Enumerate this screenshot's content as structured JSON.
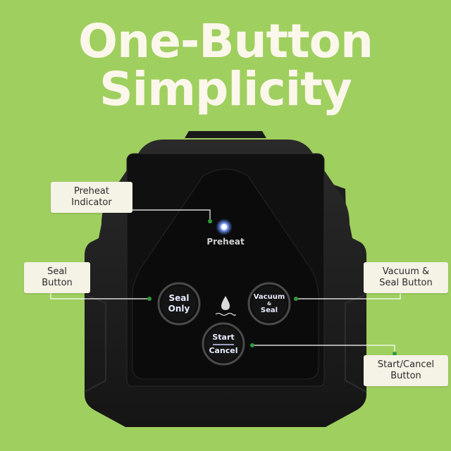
{
  "headline": {
    "line1": "One-Button",
    "line2": "Simplicity"
  },
  "panel": {
    "preheat_text": "Preheat",
    "seal_button": {
      "line1": "Seal",
      "line2": "Only"
    },
    "vacuum_button": {
      "line1": "Vacuum",
      "line2": "&",
      "line3": "Seal"
    },
    "start_button": {
      "line1": "Start",
      "line2": "Cancel"
    }
  },
  "callouts": {
    "preheat": {
      "line1": "Preheat",
      "line2": "Indicator"
    },
    "seal": {
      "line1": "Seal",
      "line2": "Button"
    },
    "vacuum": {
      "line1": "Vacuum &",
      "line2": "Seal Button"
    },
    "start": {
      "line1": "Start/Cancel",
      "line2": "Button"
    }
  },
  "colors": {
    "background": "#9fcf5f",
    "headline": "#fbf7ea",
    "device": "#1c1c1c",
    "button_glow": "#3d55d8",
    "indicator": "#6f9bff",
    "callout_dot": "#2f9a3a"
  }
}
